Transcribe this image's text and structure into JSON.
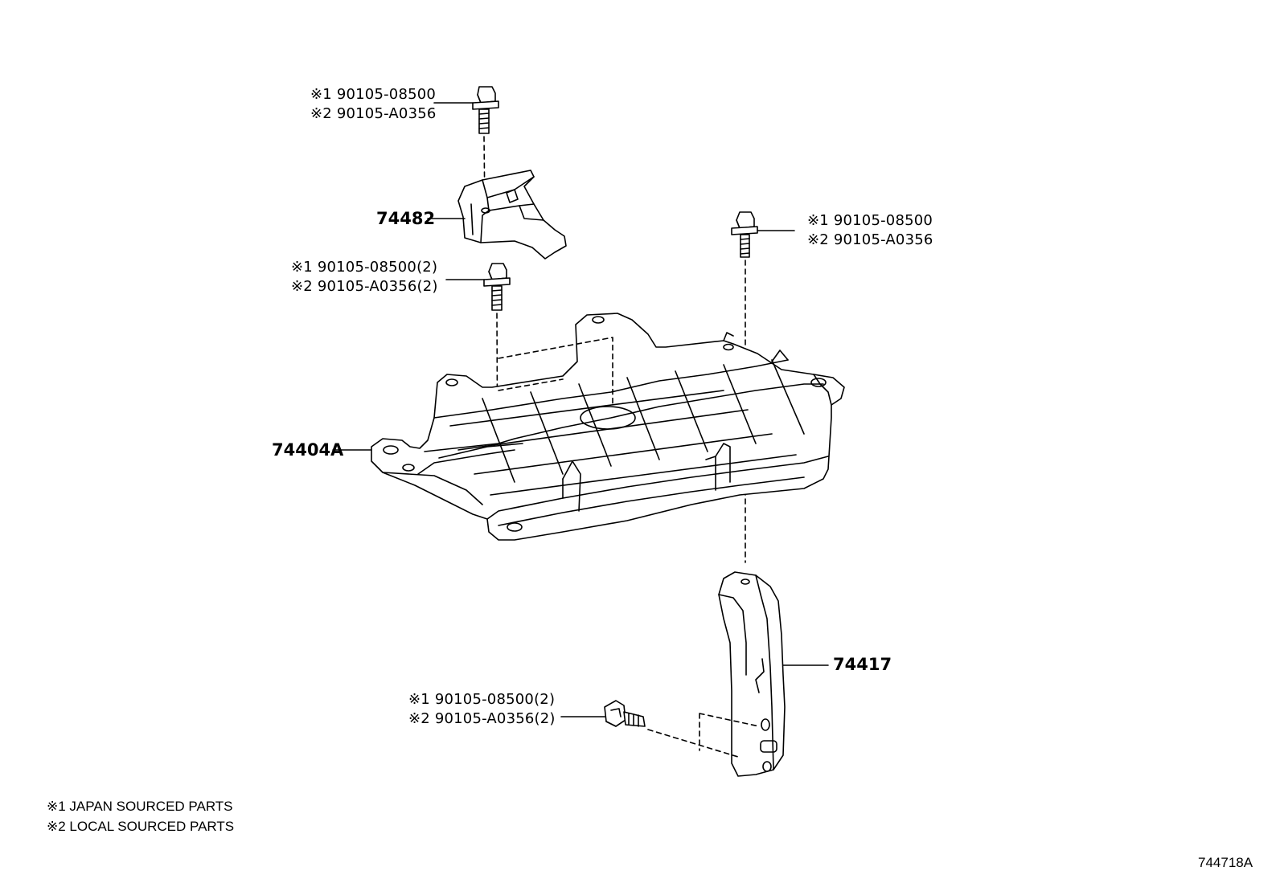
{
  "bolts": [
    {
      "id": "top-bracket-bolt",
      "line1": "※1 90105-08500",
      "line2": "※2 90105-A0356"
    },
    {
      "id": "right-tray-bolt",
      "line1": "※1  90105-08500",
      "line2": "※2  90105-A0356"
    },
    {
      "id": "left-tray-bolts",
      "line1": "※1  90105-08500(2)",
      "line2": "※2  90105-A0356(2)"
    },
    {
      "id": "bottom-brace-bolts",
      "line1": "※1  90105-08500(2)",
      "line2": "※2  90105-A0356(2)"
    }
  ],
  "parts": {
    "bracket": "74482",
    "tray": "74404A",
    "brace": "74417"
  },
  "legend": {
    "note1": "※1 JAPAN SOURCED PARTS",
    "note2": "※2 LOCAL SOURCED PARTS"
  },
  "diagram_code": "744718A"
}
